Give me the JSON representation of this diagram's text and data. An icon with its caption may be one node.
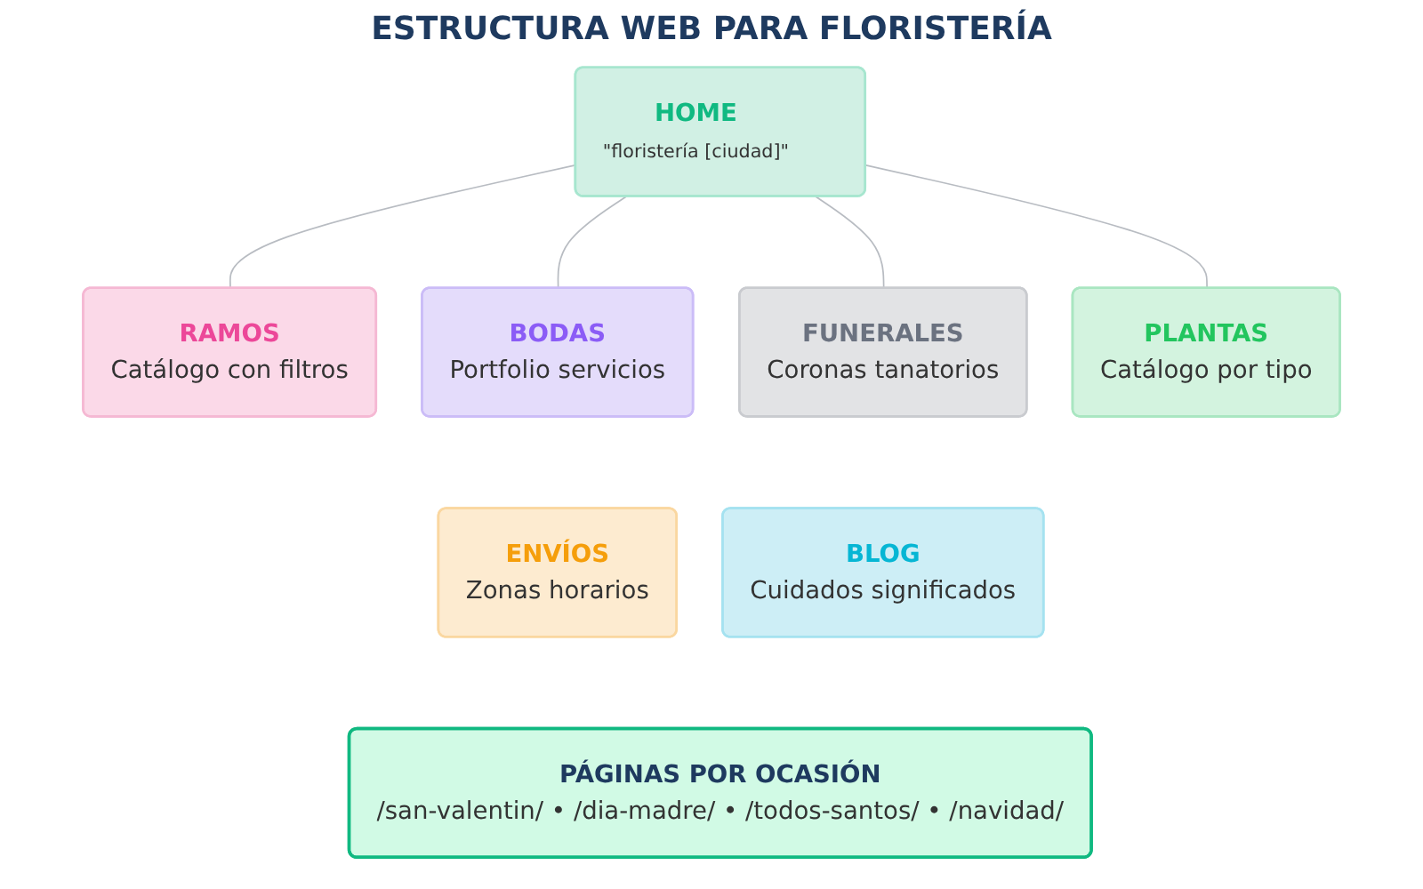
{
  "diagram": {
    "title": "ESTRUCTURA WEB PARA FLORISTERÍA",
    "nodes": [
      {
        "text": [
          "HOME",
          "\"floristería [ciudad]\""
        ]
      },
      {
        "text": [
          "RAMOS",
          "Catálogo con filtros"
        ]
      },
      {
        "text": [
          "BODAS",
          "Portfolio servicios"
        ]
      },
      {
        "text": [
          "FUNERALES",
          "Coronas tanatorios"
        ]
      },
      {
        "text": [
          "PLANTAS",
          "Catálogo por tipo"
        ]
      },
      {
        "text": [
          "ENVÍOS",
          "Zonas horarios"
        ]
      },
      {
        "text": [
          "BLOG",
          "Cuidados significados"
        ]
      },
      {
        "text": [
          "PÁGINAS POR OCASIÓN",
          "/san-valentin/ • /dia-madre/ • /todos-santos/ • /navidad/"
        ]
      }
    ],
    "edges": [
      {
        "from": 0,
        "to": 1,
        "arrow": "none"
      },
      {
        "from": 0,
        "to": 2,
        "arrow": "none"
      },
      {
        "from": 0,
        "to": 3,
        "arrow": "none"
      },
      {
        "from": 0,
        "to": 4,
        "arrow": "none"
      }
    ]
  }
}
